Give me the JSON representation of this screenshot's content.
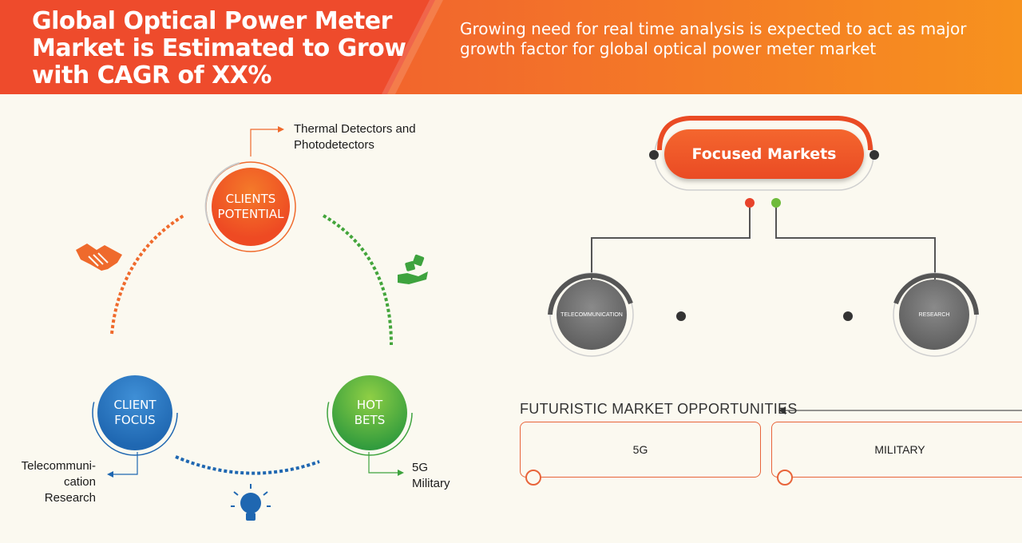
{
  "header": {
    "title": "Global Optical Power Meter Market is Estimated to Grow with CAGR of XX%",
    "subtitle": "Growing need for real time analysis is expected to act as major growth factor for global optical power meter market"
  },
  "cycle": {
    "clients_potential": {
      "line1": "CLIENTS",
      "line2": "POTENTIAL",
      "note": "Thermal Detectors and Photodetectors",
      "color": "#ee5a24"
    },
    "client_focus": {
      "line1": "CLIENT",
      "line2": "FOCUS",
      "note_lines": [
        "Telecommuni-",
        "cation",
        "Research"
      ],
      "color": "#1f67b1"
    },
    "hot_bets": {
      "line1": "HOT",
      "line2": "BETS",
      "note_lines": [
        "5G",
        "Military"
      ],
      "color": "#3ea33e"
    },
    "icons": [
      "handshake-icon",
      "dice-hand-icon",
      "lightbulb-icon"
    ]
  },
  "focused_markets": {
    "title": "Focused Markets",
    "markets": [
      "TELECOMMUNICATION",
      "RESEARCH"
    ]
  },
  "opportunities": {
    "title": "FUTURISTIC MARKET OPPORTUNITIES",
    "items": [
      "5G",
      "MILITARY"
    ]
  }
}
